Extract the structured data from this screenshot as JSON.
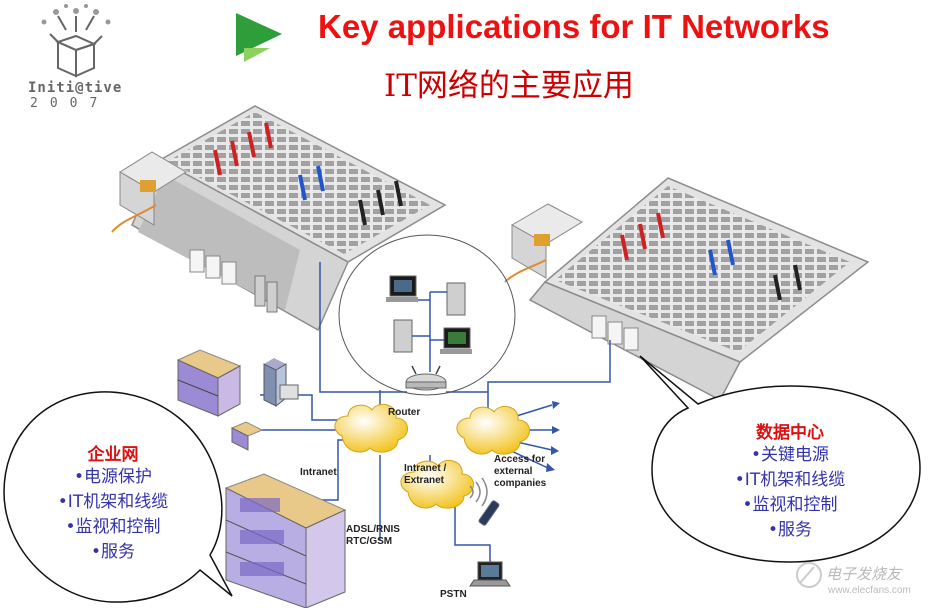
{
  "logo": {
    "text": "Initi@tive",
    "year": "2007"
  },
  "title_en": "Key applications for IT Networks",
  "title_cn": "IT网络的主要应用",
  "network_labels": {
    "router": "Router",
    "intranet": "Intranet",
    "intranet_extranet": "Intranet /\nExtranet",
    "access_external": "Access for\nexternal\ncompanies",
    "adsl": "ADSL/RNIS\nRTC/GSM",
    "pstn": "PSTN"
  },
  "left_bubble": {
    "title": "企业网",
    "items": [
      "•电源保护",
      "•IT机架和线缆",
      "•监视和控制",
      "•服务"
    ]
  },
  "right_bubble": {
    "title": "数据中心",
    "items": [
      "•关键电源",
      "•IT机架和线缆",
      "•监视和控制",
      "•服务"
    ]
  },
  "watermark": {
    "text": "电子发烧友",
    "url": "www.elecfans.com"
  },
  "colors": {
    "title_red": "#ee1111",
    "arrow_green": "#2e9e3a",
    "line_blue": "#3355aa",
    "item_blue": "#3333aa"
  }
}
